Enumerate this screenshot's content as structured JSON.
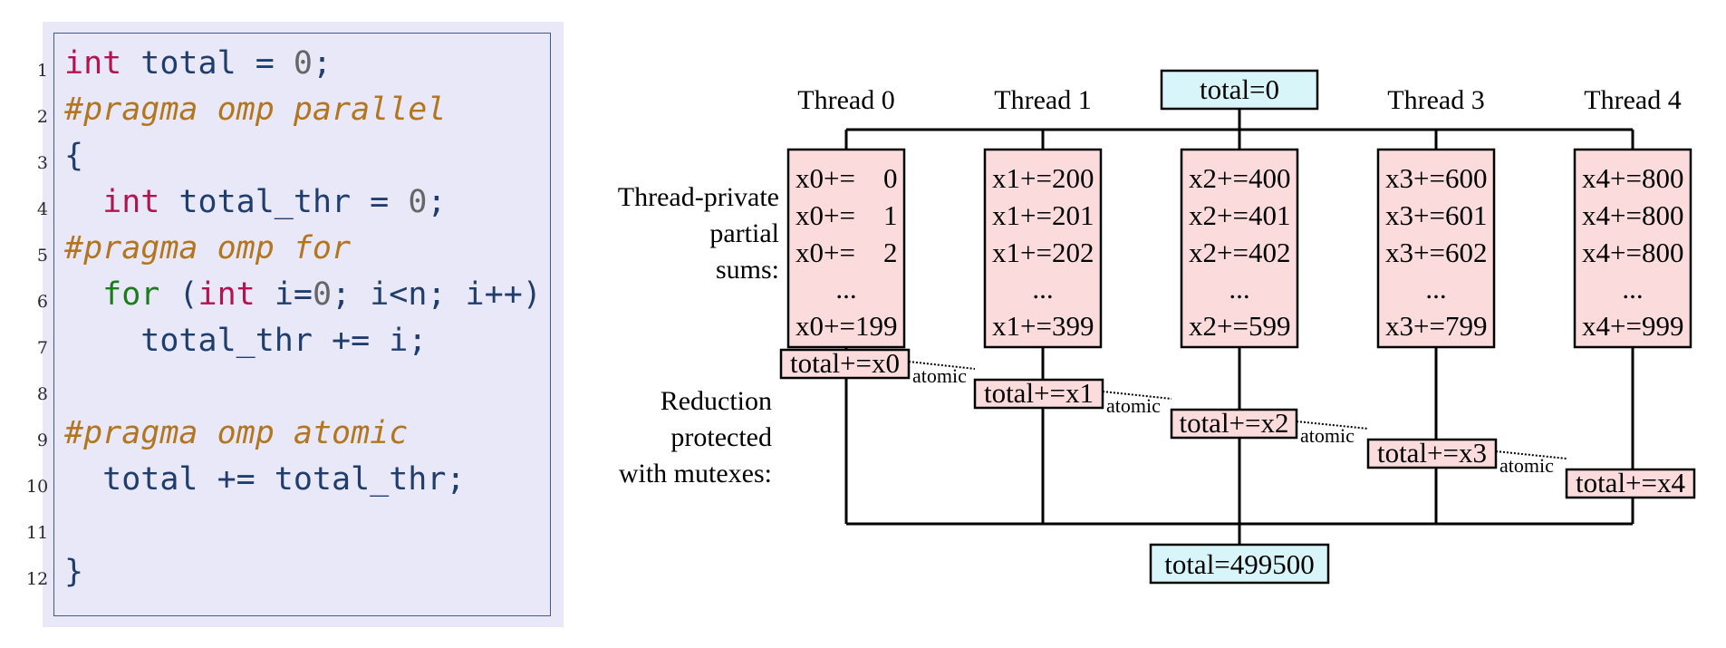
{
  "code": {
    "lines": [
      {
        "num": "1",
        "segments": [
          {
            "t": "int",
            "c": "kw"
          },
          {
            "t": " total = ",
            "c": ""
          },
          {
            "t": "0",
            "c": "num"
          },
          {
            "t": ";",
            "c": ""
          }
        ]
      },
      {
        "num": "2",
        "segments": [
          {
            "t": "#pragma omp parallel",
            "c": "pragma"
          }
        ]
      },
      {
        "num": "3",
        "segments": [
          {
            "t": "{",
            "c": ""
          }
        ]
      },
      {
        "num": "4",
        "segments": [
          {
            "t": "  ",
            "c": ""
          },
          {
            "t": "int",
            "c": "kw"
          },
          {
            "t": " total_thr = ",
            "c": ""
          },
          {
            "t": "0",
            "c": "num"
          },
          {
            "t": ";",
            "c": ""
          }
        ]
      },
      {
        "num": "5",
        "segments": [
          {
            "t": "#pragma omp for",
            "c": "pragma"
          }
        ]
      },
      {
        "num": "6",
        "segments": [
          {
            "t": "  ",
            "c": ""
          },
          {
            "t": "for",
            "c": "kw2"
          },
          {
            "t": " (",
            "c": ""
          },
          {
            "t": "int",
            "c": "kw"
          },
          {
            "t": " i=",
            "c": ""
          },
          {
            "t": "0",
            "c": "num"
          },
          {
            "t": "; i<n; i++)",
            "c": ""
          }
        ]
      },
      {
        "num": "7",
        "segments": [
          {
            "t": "    total_thr += i;",
            "c": ""
          }
        ]
      },
      {
        "num": "8",
        "segments": []
      },
      {
        "num": "9",
        "segments": [
          {
            "t": "#pragma omp atomic",
            "c": "pragma"
          }
        ]
      },
      {
        "num": "10",
        "segments": [
          {
            "t": "  total += total_thr;",
            "c": ""
          }
        ]
      },
      {
        "num": "11",
        "segments": []
      },
      {
        "num": "12",
        "segments": [
          {
            "t": "}",
            "c": ""
          }
        ]
      }
    ]
  },
  "diagram": {
    "init_label": "total=0",
    "final_label": "total=499500",
    "side_labels": {
      "partial": [
        "Thread-private",
        "partial",
        "sums:"
      ],
      "reduction": [
        "Reduction",
        "protected",
        "with mutexes:"
      ]
    },
    "atomic_label": "atomic",
    "threads": [
      {
        "header": "Thread 0",
        "sums": [
          "x0+=    0",
          "x0+=    1",
          "x0+=    2",
          "...",
          "x0+=199"
        ],
        "reduce": "total+=x0"
      },
      {
        "header": "Thread 1",
        "sums": [
          "x1+=200",
          "x1+=201",
          "x1+=202",
          "...",
          "x1+=399"
        ],
        "reduce": "total+=x1"
      },
      {
        "header": "",
        "sums": [
          "x2+=400",
          "x2+=401",
          "x2+=402",
          "...",
          "x2+=599"
        ],
        "reduce": "total+=x2"
      },
      {
        "header": "Thread 3",
        "sums": [
          "x3+=600",
          "x3+=601",
          "x3+=602",
          "...",
          "x3+=799"
        ],
        "reduce": "total+=x3"
      },
      {
        "header": "Thread 4",
        "sums": [
          "x4+=800",
          "x4+=800",
          "x4+=800",
          "...",
          "x4+=999"
        ],
        "reduce": "total+=x4"
      }
    ],
    "colors": {
      "sum_box_fill": "#fbdbdb",
      "total_box_fill": "#d8f6fa",
      "line": "#000000"
    }
  }
}
